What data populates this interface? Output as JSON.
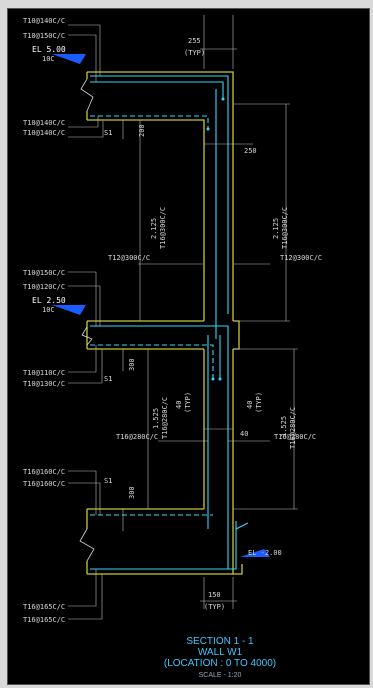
{
  "colors": {
    "background": "#000000",
    "concrete": "#c8c832",
    "rebar": "#30d8ff",
    "dimension": "#cfcfcf",
    "text": "#d8d8d8",
    "title": "#3ec8ff",
    "marker": "#1a5cff"
  },
  "labels": {
    "top_bar_1": "T10@140C/C",
    "top_bar_2": "T10@150C/C",
    "el_top": "EL 5.00",
    "el_top_sub": "10C",
    "upper_bot_1": "T10@140C/C",
    "upper_bot_2": "T10@140C/C",
    "s1_upper": "S1",
    "slab_thk_upper": "200",
    "dim_255_top": "255",
    "dim_255_top_sub": "(TYP)",
    "dim_250_side": "250",
    "upper_wall_height": "2.125",
    "upper_left_bar": "T16@300C/C",
    "upper_right_bar": "T16@300C/C",
    "upper_right_dim": "2.125",
    "mid_bar_left": "T12@300C/C",
    "mid_bar_right": "T12@300C/C",
    "mid_top_1": "T10@150C/C",
    "mid_top_2": "T10@120C/C",
    "el_mid": "EL 2.50",
    "el_mid_sub": "10C",
    "mid_bot_1": "T10@110C/C",
    "mid_bot_2": "T10@130C/C",
    "s1_mid": "S1",
    "slab_thk_mid": "300",
    "lower_wall_height": "1.525",
    "lower_left_bar": "T16@280C/C",
    "lower_typ_left": "40",
    "lower_typ_left_sub": "(TYP)",
    "lower_typ_right": "40",
    "lower_typ_right_sub": "(TYP)",
    "dim_40": "40",
    "lower_right_dim": "1.525",
    "lower_right_bar": "T16@280C/C",
    "low_bar_left": "T16@280C/C",
    "low_bar_right": "T16@280C/C",
    "low_top_1": "T16@160C/C",
    "low_top_2": "T16@160C/C",
    "s1_low": "S1",
    "slab_thk_low": "300",
    "el_low": "EL -2.00",
    "bot_1": "T16@165C/C",
    "bot_2": "T16@165C/C",
    "dim_150": "150",
    "dim_150_sub": "(TYP)"
  },
  "title": {
    "line1": "SECTION 1 - 1",
    "line2": "WALL W1",
    "line3": "(LOCATION : 0 TO 4000)",
    "scale": "SCALE - 1:20"
  }
}
